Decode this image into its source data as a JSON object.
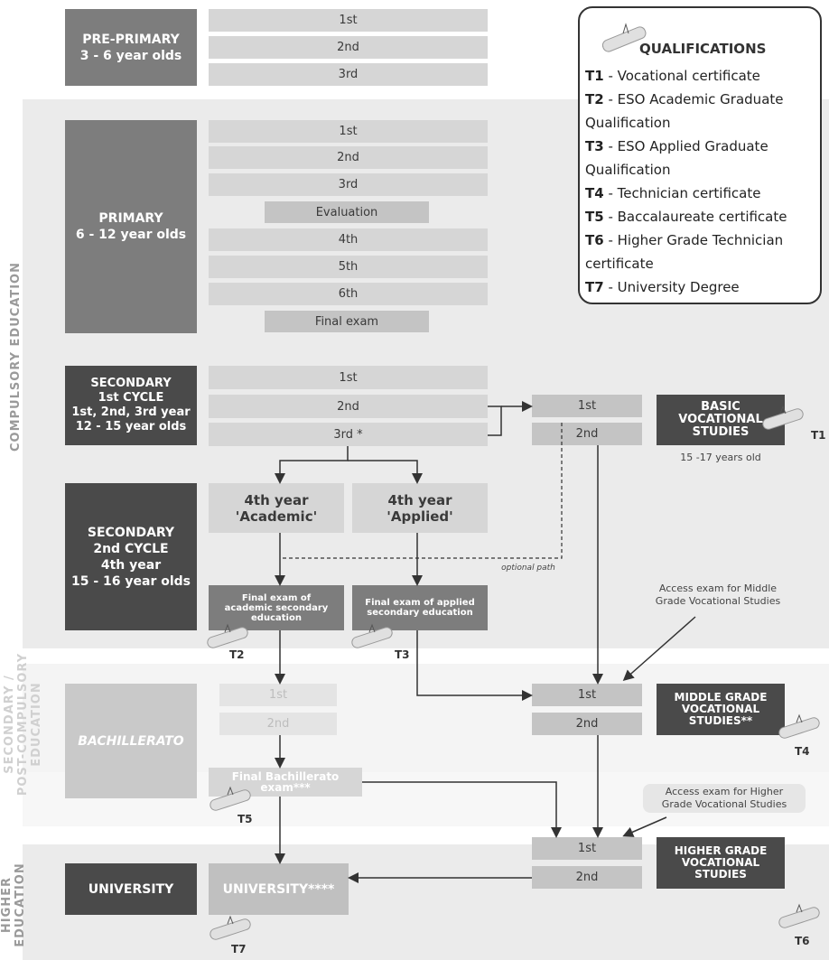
{
  "side_labels": {
    "compulsory": "COMPULSORY EDUCATION",
    "post_compulsory": "SECONDARY /\nPOST-COMPULSORY EDUCATION",
    "higher": "HIGHER\nEDUCATION"
  },
  "stages": {
    "pre_primary": "PRE-PRIMARY\n3 - 6 year olds",
    "primary": "PRIMARY\n6 - 12 year olds",
    "secondary1": "SECONDARY\n1st CYCLE\n1st, 2nd, 3rd year\n12 - 15 year olds",
    "secondary2": "SECONDARY\n2nd CYCLE\n4th year\n15 - 16 year olds",
    "bachillerato": "BACHILLERATO",
    "university": "UNIVERSITY"
  },
  "pre_primary_years": [
    "1st",
    "2nd",
    "3rd"
  ],
  "primary_years": {
    "y1": "1st",
    "y2": "2nd",
    "y3": "3rd",
    "evaluation": "Evaluation",
    "y4": "4th",
    "y5": "5th",
    "y6": "6th",
    "final_exam": "Final exam"
  },
  "secondary1_years": [
    "1st",
    "2nd",
    "3rd *"
  ],
  "fourth_year": {
    "academic": "4th year\n'Academic'",
    "applied": "4th year\n'Applied'"
  },
  "final_exams": {
    "academic": "Final exam of\nacademic secondary\neducation",
    "applied": "Final exam of applied\nsecondary education"
  },
  "bachillerato_years": [
    "1st",
    "2nd"
  ],
  "bachillerato_exam": "Final Bachillerato\nexam***",
  "university_box": "UNIVERSITY****",
  "basic_vocational": {
    "years": [
      "1st",
      "2nd"
    ],
    "title": "BASIC\nVOCATIONAL\nSTUDIES",
    "age": "15 -17 years old"
  },
  "middle_vocational": {
    "years": [
      "1st",
      "2nd"
    ],
    "title": "MIDDLE GRADE\nVOCATIONAL\nSTUDIES**"
  },
  "higher_vocational": {
    "years": [
      "1st",
      "2nd"
    ],
    "title": "HIGHER GRADE\nVOCATIONAL\nSTUDIES"
  },
  "notes": {
    "optional_path": "optional path",
    "access_middle": "Access exam for Middle\nGrade Vocational Studies",
    "access_higher": "Access exam for Higher\nGrade Vocational Studies"
  },
  "qualification_codes": {
    "t1": "T1",
    "t2": "T2",
    "t3": "T3",
    "t4": "T4",
    "t5": "T5",
    "t6": "T6",
    "t7": "T7"
  },
  "qualifications": {
    "title": "QUALIFICATIONS",
    "items": [
      {
        "code": "T1",
        "text": "Vocational certificate"
      },
      {
        "code": "T2",
        "text": "ESO Academic Graduate\nQualification"
      },
      {
        "code": "T3",
        "text": "ESO Applied Graduate\nQualification"
      },
      {
        "code": "T4",
        "text": "Technician certificate"
      },
      {
        "code": "T5",
        "text": "Baccalaureate certificate"
      },
      {
        "code": "T6",
        "text": "Higher Grade Technician\ncertificate"
      },
      {
        "code": "T7",
        "text": "University Degree"
      }
    ]
  },
  "colors": {
    "dark": "#4a4a4a",
    "mid": "#7d7d7d",
    "light_band": "#ebebeb",
    "pale_band": "#f4f4f4",
    "cell": "#d6d6d6"
  }
}
